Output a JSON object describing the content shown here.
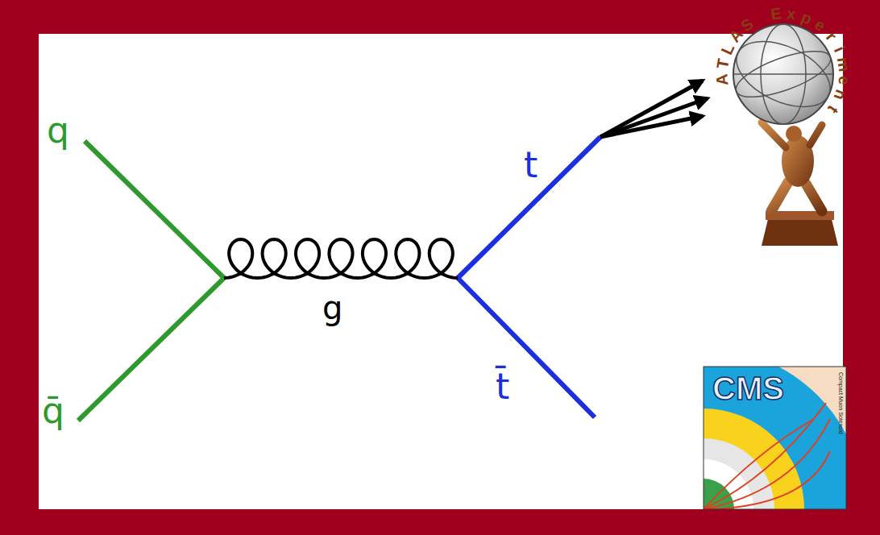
{
  "diagram": {
    "labels": [
      "q",
      "q̄",
      "g",
      "t",
      "t̄",
      "ATLAS Experiment",
      "CMS",
      "Compact Muon Solenoid"
    ]
  }
}
